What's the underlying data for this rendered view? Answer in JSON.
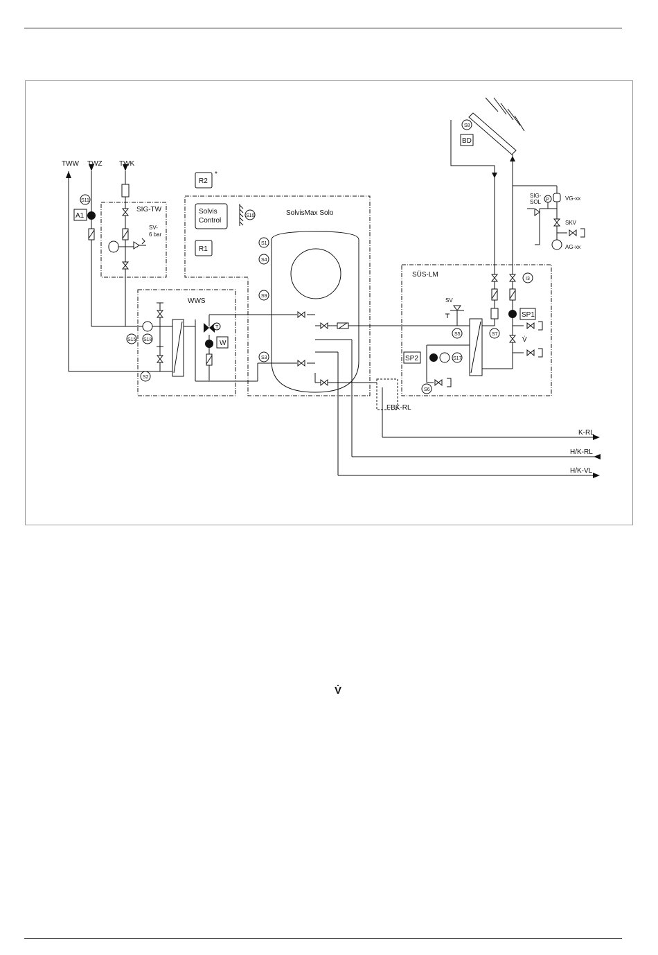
{
  "labels": {
    "tww": "TWW",
    "twz": "TWZ",
    "twk": "TWK",
    "sig_tw": "SIG-TW",
    "sv6bar_1": "SV-",
    "sv6bar_2": "6 bar",
    "r2": "R2",
    "r2_star": "*",
    "solvis_control_1": "Solvis",
    "solvis_control_2": "Control",
    "r1": "R1",
    "solvismax": "SolvisMax Solo",
    "wws": "WWS",
    "a1": "A1",
    "w": "W",
    "sus_lm": "SÜS-LM",
    "sv": "SV",
    "sp1": "SP1",
    "sp2": "SP2",
    "bd": "BD",
    "vg": "VG-xx",
    "ag": "AG-xx",
    "sig_sol_1": "SIG-",
    "sig_sol_2": "SOL",
    "skv": "SKV",
    "p": "P",
    "t": "T",
    "fbk_rl": "FBK-RL",
    "k_rl": "K-RL",
    "hk_rl": "H/K-RL",
    "hk_vl": "H/K-VL",
    "vdot": "V̇",
    "vdot_below": "V̇"
  },
  "sensors": {
    "s1": "S1",
    "s2": "S2",
    "s3": "S3",
    "s4": "S4",
    "s5": "S5",
    "s6": "S6",
    "s7": "S7",
    "s8": "S8",
    "s9": "S9",
    "s10": "S10",
    "s11": "S11",
    "s15": "S15",
    "s17": "S17",
    "s18": "S18",
    "i3": "I3"
  }
}
